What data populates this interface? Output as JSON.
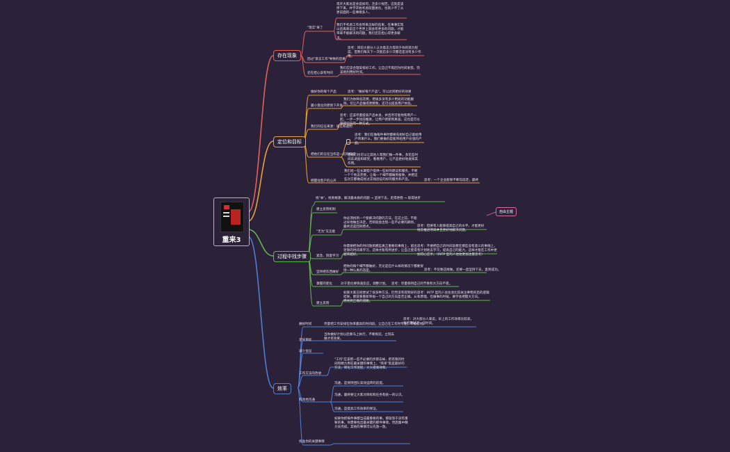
{
  "root": {
    "title": "重来3"
  },
  "floating_tag": "自由主题",
  "branches": {
    "b1": {
      "title": "存在现象",
      "sub1": "\"现实\"来了",
      "t1": "或许大家总是会说如何，活多少规范，这就是该停下来，并学开始考虑前面进化，也就少不了从更前面的一些事情多人。",
      "t2": "我们不考虑工作会带来怎样的后果，在事事实现以后再来说这个世界上就会有更多的问题，才能带来不能解决的问题，我们还在担心得更多解决。",
      "sub2": "因过\"意志工作\"导致的后果",
      "t3": "思考：目前大部分人认为意志力等同于你的努力程度。但我们每天下一次能忍多少次都还是没有多少作用。",
      "sub3": "还在担心该有时间",
      "t4": "我们应该合理安排好工作，让自己不再因为时间发慌，完美地利用好时间。"
    },
    "b2": {
      "title": "定位和目标",
      "sub1": "做好你的每个产品",
      "t1": "思考：\"做好每个产品\"，可以达到更好的效果",
      "sub2": "最小变化的原则下开发",
      "t2": "我们为你降低花费，把很多没有多少用处的功能删除，仅让产品做得更精致，还可以提高用户体验。",
      "sub3": "我们的信任来源：诚信和透明",
      "t3": "思考：应该尽量提高产品本身，并且尽可能地和用户一起，一步一步往前推进，让用户感受到真诚，这也是可以获得信任的一种方式。",
      "sub4": "把他们的信任当作是一切的前提",
      "t4": "思考：我们在做每件事时都要先想好自己能给用户带来什么，我们要做的是能带给用户价值的产品。",
      "t5": "但他们也可以让其他人帮我们做一件事，多花些时间去调查和研究，看看用户，让产品更好地发挥其作用。",
      "sub5": "把握住客户的心声",
      "t6": "我们给一些长期客户提供一些好的建议和服务，不断一个个地去完善，让每一个细节都做到极致，并把这些对方都做成经过实践验证的好的服务和产品。",
      "t7": "思考：一个企业能够不断向前走，最终"
    },
    "b3": {
      "title": "过程中找步骤",
      "top": "找\"本\"，找到根源，解决最本质的问题 → 坚持下去，走得更稳 → 取得进步",
      "sub1": "建立反馈机制",
      "sub2": "\"无为\"又怎能",
      "t1": "你必须找到一个能解决问题的方法，在这之前，不能过早地做出决定，否则就会出现一些不必要的麻烦，最终还是回到原点。",
      "t2": "思考：但要有人能够提高自己的水平，才能更好地去推进项目并且更好地解决问题。",
      "sub3": "紧急、刻意学习",
      "t3": "你需要把你的时间放到那些真正重要的事情上，留出足够的时间来学习，这样才能有所进步，让自己变得越来越好。",
      "t4": "思考：不要把自己的时间浪费在那些没有意义的事情上，有计划地去学习，提高自己的能力，这样才能在工作中更加得心应手。（INTP 型的人往往更加注重思考）",
      "sub4": "坚持把东西做好",
      "t5": "把你的每个细节都做好，无论是在什么样的情况下都要保持一种认真的态度。",
      "t6": "思考：不仅要这样做，还要一直坚持下去，直到成功。",
      "sub5": "掌握的变化",
      "t7": "对于变化要快速反应，调整计划。",
      "t8": "思考：尽量保持自己的节奏和大方向不变。",
      "sub6": "建立反馈",
      "t9": "如果大家已经尝试了很多种方法，仍然没有得到好的结果，那就要重新审视一下自己的方向是否正确，从而找到正确的道路。",
      "t10": "思考：INTP 型的人往往会比较关注事物背后的逻辑和原理，在做事的时候，要学会把握大方向。"
    },
    "b4": {
      "title": "效率",
      "sub1": "做好时间",
      "t1": "尽量把工作安排在效率最高的时间段，让自己在工作时专注，不被打扰。",
      "t2": "思考：对大部分人来说，早上的工作效率比较高，要把握好这一段时间。",
      "sub2": "定好目标",
      "t3": "当你做好计划以后要马上执行，不要拖延，立刻去做才有效果。",
      "sub3": "减少会议",
      "sub4": "工作方法的改进",
      "t4": "\"工作\"应该把一些不必要的步骤去掉，把有限的时间和精力用在最关键的事情上，\"简单\"就是最好的方法，简化工作流程，大大提高效率。",
      "sub5": "有效地沟通",
      "t5": "沟通，是保持团队高效运转的前提。",
      "t6": "沟通，最终要让大家对目标和任务有统一的认识。",
      "t7": "沟通，是提高工作效率的保证。",
      "sub6": "找准你的关键事情",
      "t8": "如果你把每件事都当成最重要的事，那就等于没有重要的事，你需要找出最关键的那件事情，然后集中精力去完成，其他的事情可以先放一放。"
    }
  }
}
